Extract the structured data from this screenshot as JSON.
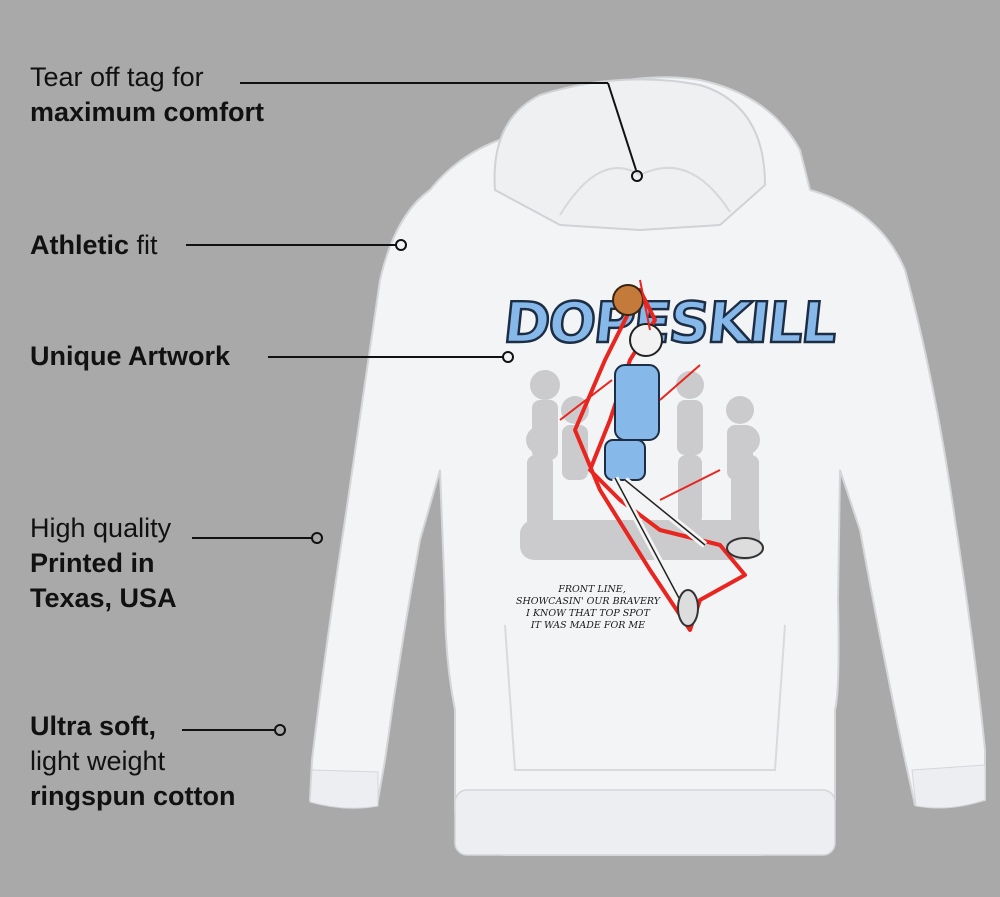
{
  "colors": {
    "background": "#a9a9a9",
    "hoodie": "#f3f4f6",
    "brand_blue": "#86b8ea",
    "lightning_red": "#e8251f"
  },
  "callouts": [
    {
      "id": "tag",
      "light": "Tear off tag for",
      "bold": "maximum comfort"
    },
    {
      "id": "fit",
      "bold": "Athletic",
      "light": "fit"
    },
    {
      "id": "artwork",
      "bold": "Unique Artwork"
    },
    {
      "id": "quality",
      "light": "High quality",
      "bold1": "Printed in",
      "bold2": "Texas, USA"
    },
    {
      "id": "soft",
      "bold": "Ultra soft,",
      "light": "light weight",
      "bold2": "ringspun cotton"
    }
  ],
  "artwork": {
    "brand": "DOPESKILL",
    "quote": [
      "FRONT LINE,",
      "SHOWCASIN' OUR BRAVERY",
      "I KNOW THAT TOP SPOT",
      "IT WAS MADE FOR ME"
    ]
  }
}
